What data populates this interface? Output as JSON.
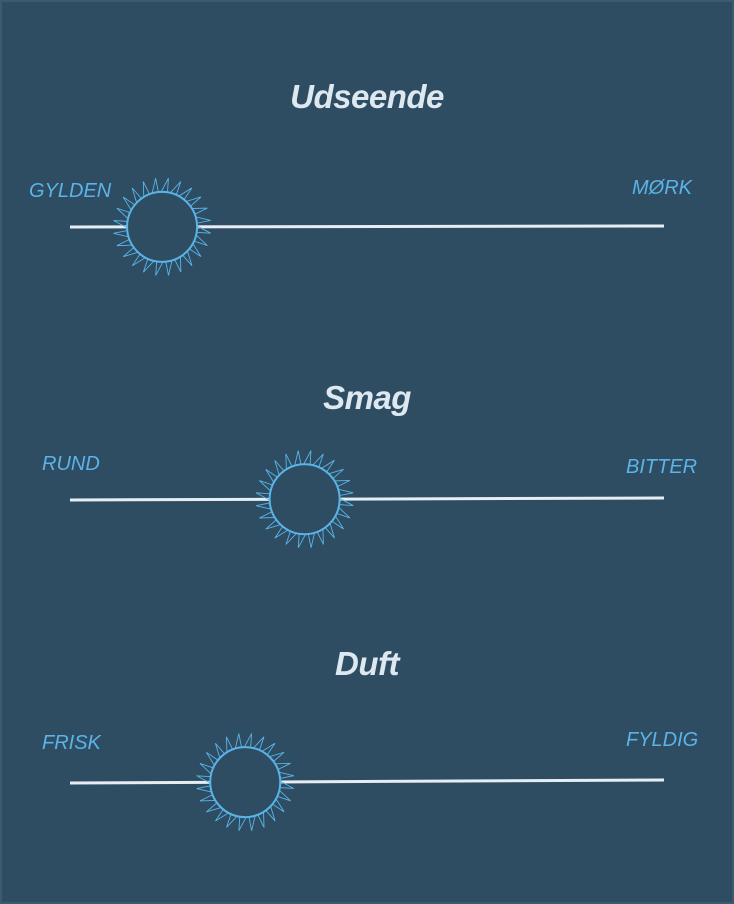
{
  "colors": {
    "background": "#2e4d62",
    "title": "#dde8f0",
    "label": "#5ab4e8",
    "track": "#e6eef4",
    "knob_stroke": "#5ab4e8"
  },
  "sliders": [
    {
      "title": "Udseende",
      "left_label": "GYLDEN",
      "right_label": "MØRK",
      "value": 0.155,
      "icon": "sun-icon"
    },
    {
      "title": "Smag",
      "left_label": "RUND",
      "right_label": "BITTER",
      "value": 0.395,
      "icon": "sun-icon"
    },
    {
      "title": "Duft",
      "left_label": "FRISK",
      "right_label": "FYLDIG",
      "value": 0.295,
      "icon": "sun-icon"
    }
  ]
}
